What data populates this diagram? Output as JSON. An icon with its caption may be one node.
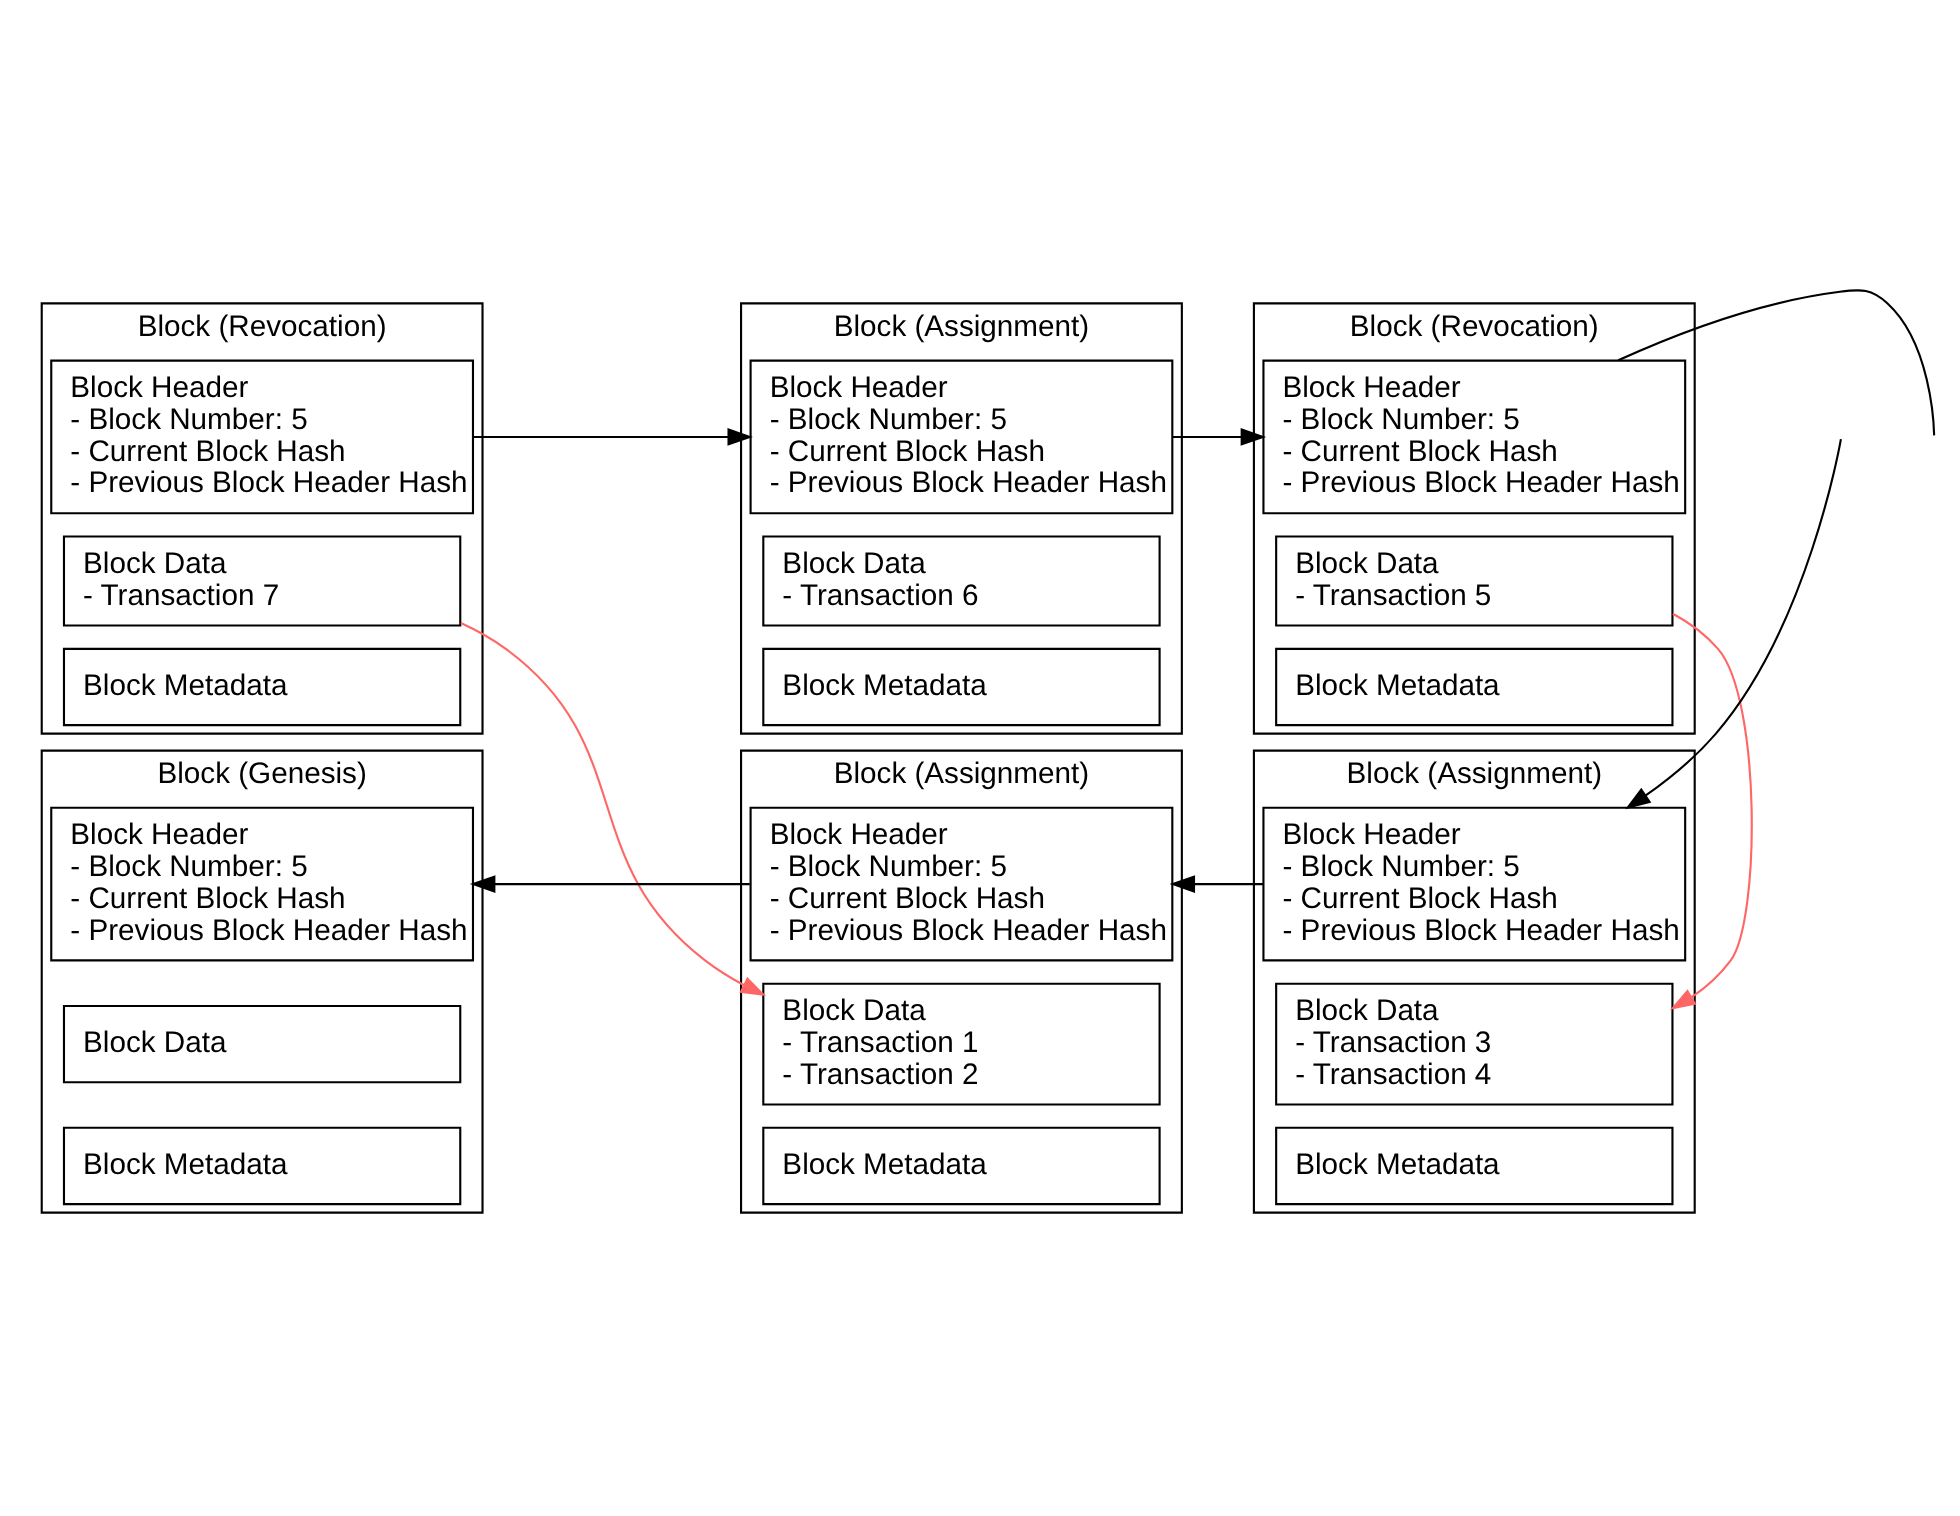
{
  "diagram": {
    "nodes": [
      {
        "text": [
          "Block (Revocation)"
        ]
      },
      {
        "text": [
          "Block Header",
          "- Block Number: 5",
          "- Current Block Hash",
          "- Previous Block Header Hash"
        ],
        "in": 0
      },
      {
        "text": [
          "Block Data",
          "- Transaction 7"
        ],
        "in": 0
      },
      {
        "text": [
          "Block Metadata"
        ],
        "in": 0
      },
      {
        "text": [
          "Block (Assignment)"
        ]
      },
      {
        "text": [
          "Block Header",
          "- Block Number: 5",
          "- Current Block Hash",
          "- Previous Block Header Hash"
        ],
        "in": 4
      },
      {
        "text": [
          "Block Data",
          "- Transaction 6"
        ],
        "in": 4
      },
      {
        "text": [
          "Block Metadata"
        ],
        "in": 4
      },
      {
        "text": [
          "Block (Revocation)"
        ]
      },
      {
        "text": [
          "Block Header",
          "- Block Number: 5",
          "- Current Block Hash",
          "- Previous Block Header Hash"
        ],
        "in": 8
      },
      {
        "text": [
          "Block Data",
          "- Transaction 5"
        ],
        "in": 8
      },
      {
        "text": [
          "Block Metadata"
        ],
        "in": 8
      },
      {
        "text": [
          "Block (Genesis)"
        ]
      },
      {
        "text": [
          "Block Header",
          "- Block Number: 5",
          "- Current Block Hash",
          "- Previous Block Header Hash"
        ],
        "in": 12
      },
      {
        "text": [
          "Block Data"
        ],
        "in": 12
      },
      {
        "text": [
          "Block Metadata"
        ],
        "in": 12
      },
      {
        "text": [
          "Block (Assignment)"
        ]
      },
      {
        "text": [
          "Block Header",
          "- Block Number: 5",
          "- Current Block Hash",
          "- Previous Block Header Hash"
        ],
        "in": 16
      },
      {
        "text": [
          "Block Data",
          "- Transaction 1",
          "- Transaction 2"
        ],
        "in": 16
      },
      {
        "text": [
          "Block Metadata"
        ],
        "in": 16
      },
      {
        "text": [
          "Block (Assignment)"
        ]
      },
      {
        "text": [
          "Block Header",
          "- Block Number: 5",
          "- Current Block Hash",
          "- Previous Block Header Hash"
        ],
        "in": 20
      },
      {
        "text": [
          "Block Data",
          "- Transaction 3",
          "- Transaction 4"
        ],
        "in": 20
      },
      {
        "text": [
          "Block Metadata"
        ],
        "in": 20
      }
    ],
    "edges": [
      {
        "from": 1,
        "to": 5,
        "arrow": "to"
      },
      {
        "from": 5,
        "to": 9,
        "arrow": "to"
      },
      {
        "from": 9,
        "to": null,
        "arrow": "none"
      },
      {
        "from": null,
        "to": 21,
        "arrow": "to"
      },
      {
        "from": 21,
        "to": 17,
        "arrow": "to"
      },
      {
        "from": 17,
        "to": 13,
        "arrow": "to"
      },
      {
        "from": 2,
        "to": 18,
        "arrow": "to",
        "color": "#ff6666"
      },
      {
        "from": 10,
        "to": 22,
        "arrow": "to",
        "color": "#ff6666"
      }
    ]
  }
}
